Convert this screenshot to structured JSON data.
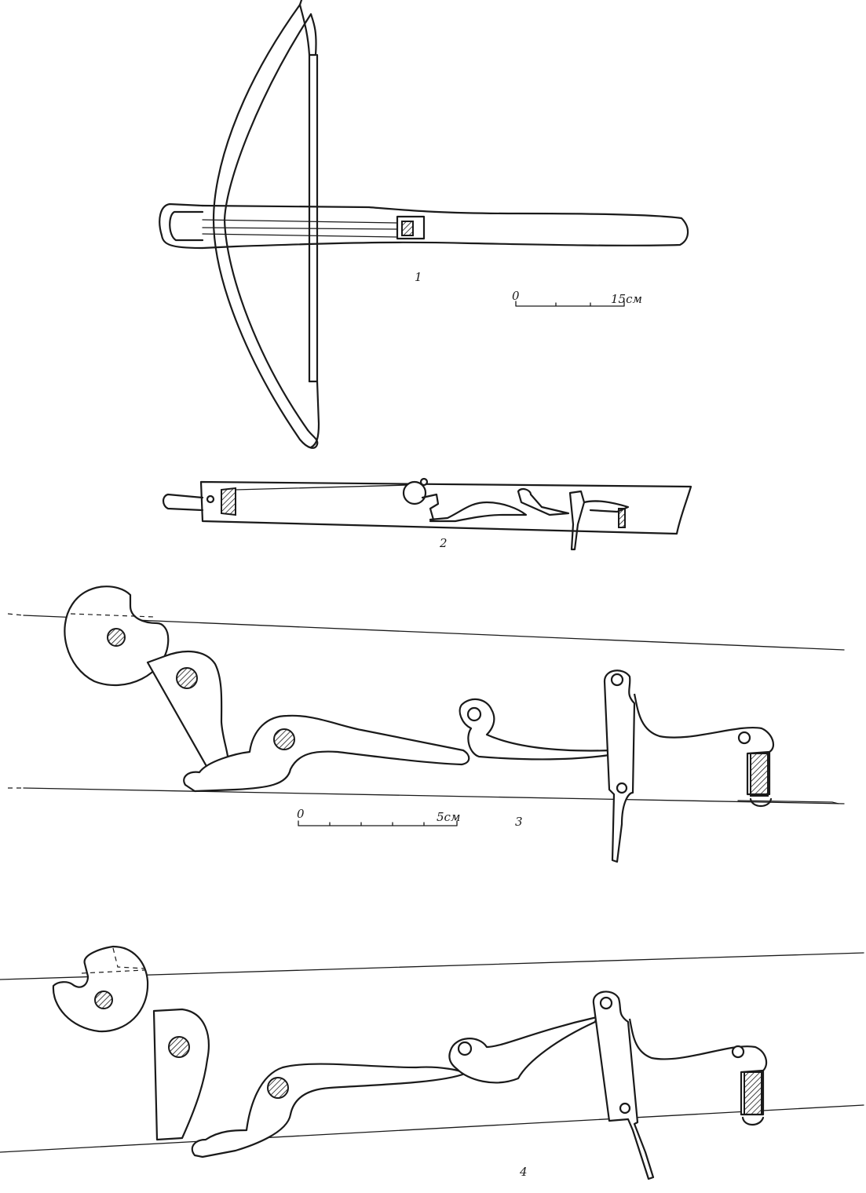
{
  "figures": [
    {
      "id": "1",
      "label": "1"
    },
    {
      "id": "2",
      "label": "2"
    },
    {
      "id": "3",
      "label": "3"
    },
    {
      "id": "4",
      "label": "4"
    }
  ],
  "scale_bars": [
    {
      "for_figure": "1",
      "start_label": "0",
      "end_label": "15см"
    },
    {
      "for_figure": "3",
      "start_label": "0",
      "end_label": "5см"
    }
  ]
}
